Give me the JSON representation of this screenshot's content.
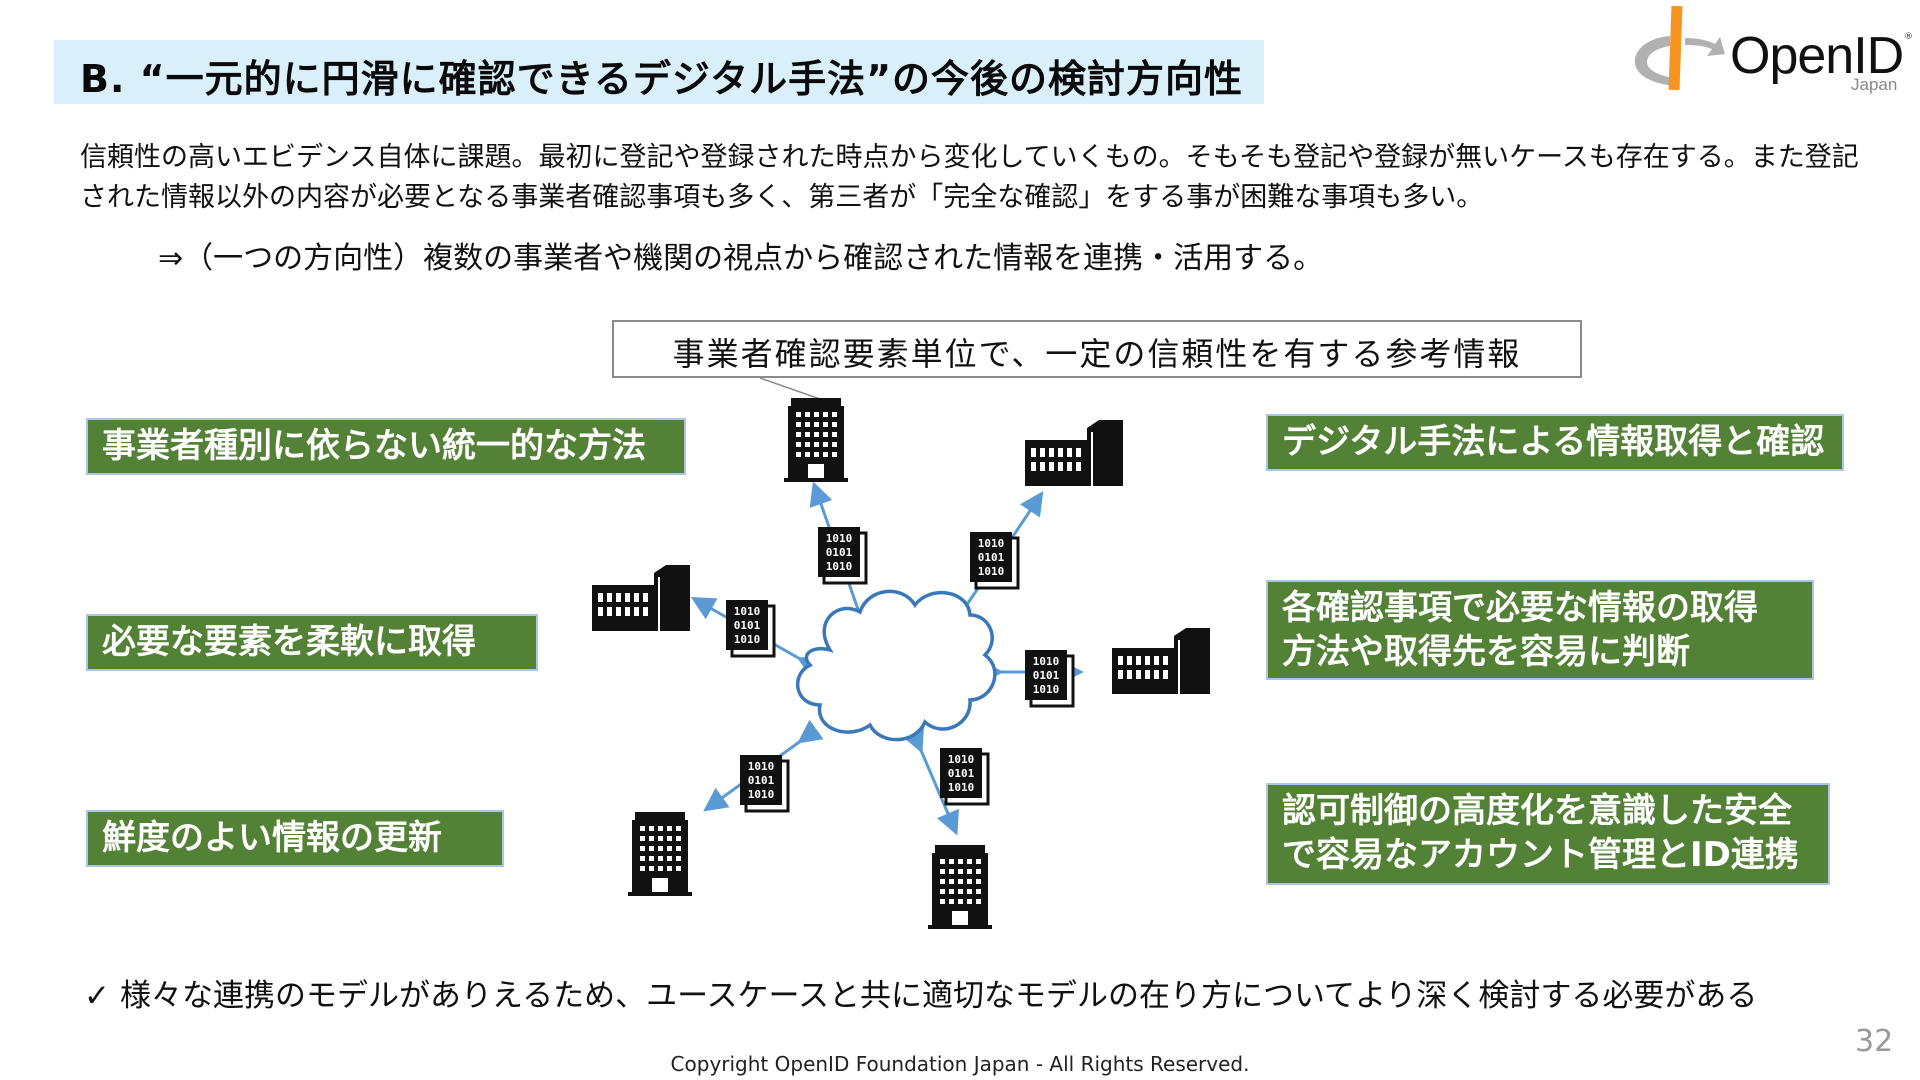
{
  "title": "B. “一元的に円滑に確認できるデジタル手法”の今後の検討方向性",
  "logo": {
    "word": "OpenID",
    "reg": "®",
    "sub": "Japan"
  },
  "intro": "信頼性の高いエビデンス自体に課題。最初に登記や登録された時点から変化していくもの。そもそも登記や登録が無いケースも存在する。また登記された情報以外の内容が必要となる事業者確認事項も多く、第三者が「完全な確認」をする事が困難な事項も多い。",
  "direction": "⇒（一つの方向性）複数の事業者や機関の視点から確認された情報を連携・活用する。",
  "callout": "事業者確認要素単位で、一定の信頼性を有する参考情報",
  "left_boxes": [
    "事業者種別に依らない統一的な方法",
    "必要な要素を柔軟に取得",
    "鮮度のよい情報の更新"
  ],
  "right_boxes": [
    {
      "line1": "デジタル手法による情報取得と確認",
      "line2": ""
    },
    {
      "line1": "各確認事項で必要な情報の取得",
      "line2": "方法や取得先を容易に判断"
    },
    {
      "line1": "認可制御の高度化を意識した安全",
      "line2": "で容易なアカウント管理とID連携"
    }
  ],
  "binary_text": [
    "1010",
    "0101",
    "1010"
  ],
  "bottom_note": {
    "check": "✓",
    "text": "様々な連携のモデルがありえるため、ユースケースと共に適切なモデルの在り方についてより深く検討する必要がある"
  },
  "page_number": "32",
  "copyright": "Copyright OpenID Foundation Japan - All Rights Reserved.",
  "colors": {
    "title_bg": "#d9f0fb",
    "green_box": "#538135",
    "box_border": "#a9c7e4",
    "arrow": "#5b9bd5",
    "cloud_stroke": "#3a78b8",
    "logo_orange": "#f7941e",
    "logo_gray": "#b1b1b1"
  },
  "icons": [
    "office-building-icon",
    "factory-building-icon",
    "binary-document-icon",
    "cloud-icon",
    "bidirectional-arrow-icon",
    "openid-logo-icon"
  ]
}
